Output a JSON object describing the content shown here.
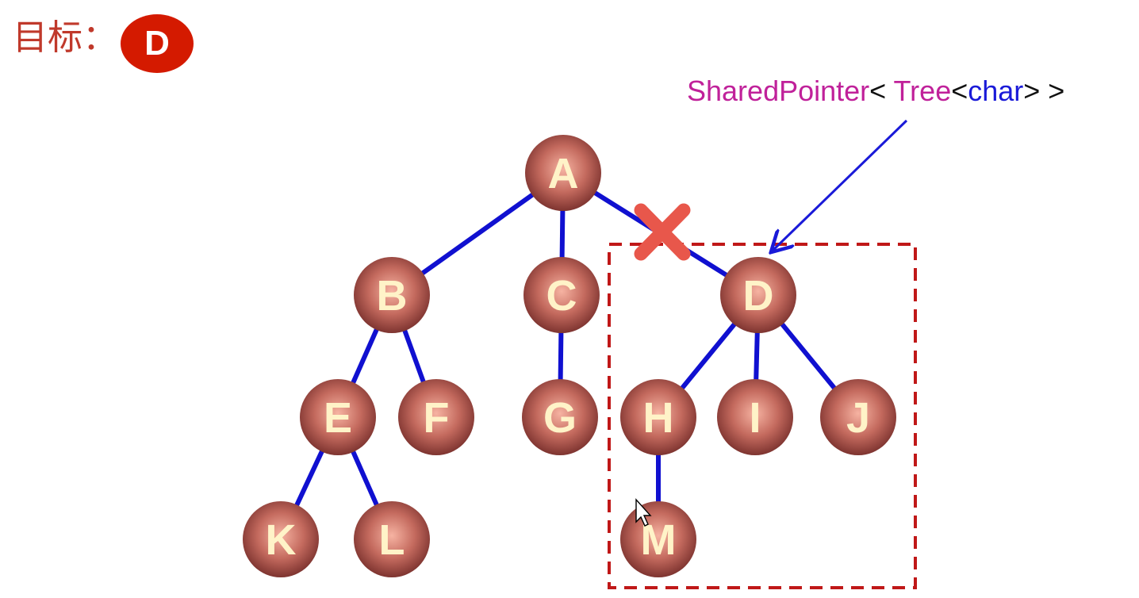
{
  "title": {
    "label": "目标：",
    "target": "D"
  },
  "pointer_label": {
    "part1": "SharedPointer",
    "part2": "< ",
    "part3": "Tree",
    "part4": "<",
    "part5": "char",
    "part6": "> >"
  },
  "tree": {
    "nodes": [
      {
        "id": "A"
      },
      {
        "id": "B"
      },
      {
        "id": "C"
      },
      {
        "id": "D"
      },
      {
        "id": "E"
      },
      {
        "id": "F"
      },
      {
        "id": "G"
      },
      {
        "id": "H"
      },
      {
        "id": "I"
      },
      {
        "id": "J"
      },
      {
        "id": "K"
      },
      {
        "id": "L"
      },
      {
        "id": "M"
      }
    ],
    "edges": [
      [
        "A",
        "B"
      ],
      [
        "A",
        "C"
      ],
      [
        "A",
        "D"
      ],
      [
        "B",
        "E"
      ],
      [
        "B",
        "F"
      ],
      [
        "C",
        "G"
      ],
      [
        "D",
        "H"
      ],
      [
        "D",
        "I"
      ],
      [
        "D",
        "J"
      ],
      [
        "E",
        "K"
      ],
      [
        "E",
        "L"
      ],
      [
        "H",
        "M"
      ]
    ],
    "cut_edge": [
      "A",
      "D"
    ],
    "highlighted_subtree_root": "D",
    "colors": {
      "edge": "#1010d0",
      "node_text": "#fff3c8",
      "node_fill_center": "#f4a99a",
      "node_fill_edge": "#8a3a36",
      "cut_mark": "#e8574b",
      "dashed_box": "#c01818",
      "arrow": "#1a1ad8"
    }
  }
}
